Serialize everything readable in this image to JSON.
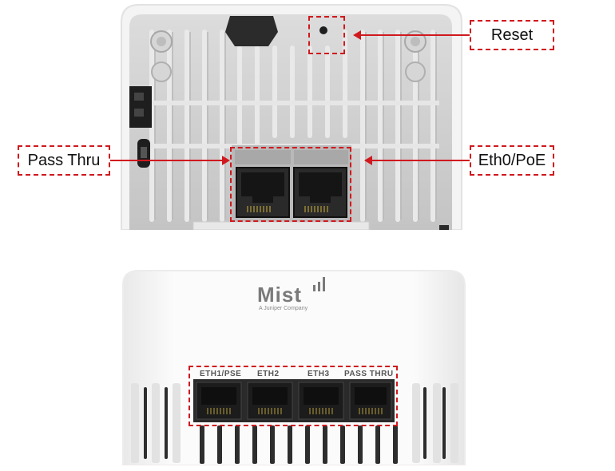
{
  "callouts": {
    "reset": "Reset",
    "pass_thru": "Pass Thru",
    "eth0_poe": "Eth0/PoE"
  },
  "brand": {
    "logo_text": "Mist",
    "tagline": "A Juniper Company"
  },
  "bottom_ports": [
    {
      "label": "ETH1/PSE"
    },
    {
      "label": "ETH2"
    },
    {
      "label": "ETH3"
    },
    {
      "label": "PASS THRU"
    }
  ],
  "colors": {
    "callout_red": "#d0191e",
    "device_grey": "#c9c9c9",
    "device_white": "#f7f7f7"
  }
}
